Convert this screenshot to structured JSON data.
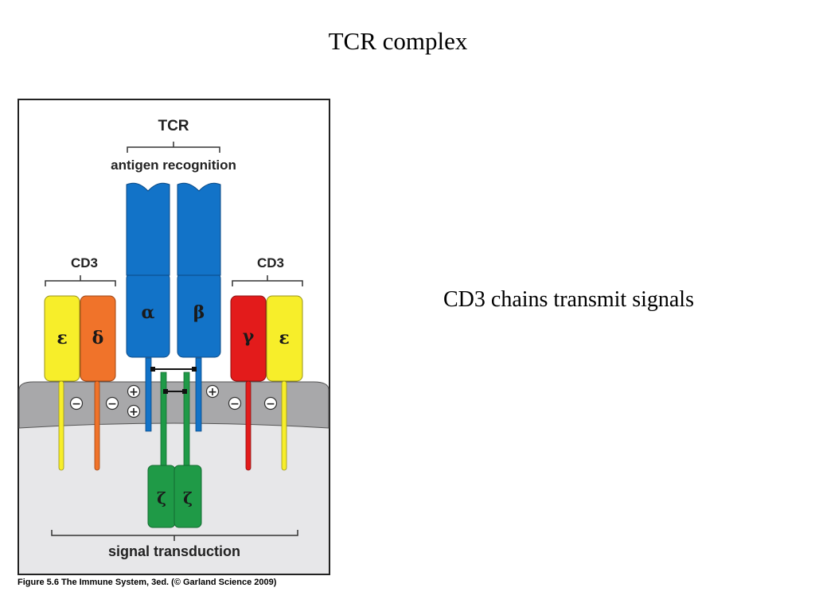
{
  "slide": {
    "title": "TCR complex",
    "caption": "CD3 chains transmit signals"
  },
  "figure": {
    "tcr_label": "TCR",
    "antigen_label": "antigen recognition",
    "cd3_left_label": "CD3",
    "cd3_right_label": "CD3",
    "signal_label": "signal transduction",
    "caption": "Figure 5.6  The Immune System, 3ed. (© Garland Science 2009)",
    "chains": {
      "alpha": "α",
      "beta": "β",
      "epsilon_left": "ε",
      "delta": "δ",
      "gamma": "γ",
      "epsilon_right": "ε",
      "zeta_left": "ζ",
      "zeta_right": "ζ"
    },
    "charges": {
      "minus": "−",
      "plus": "+"
    },
    "colors": {
      "alpha_beta": "#1273c8",
      "epsilon": "#f7ee2a",
      "delta": "#f0732a",
      "gamma": "#e31b1b",
      "zeta": "#1f9a47",
      "membrane": "#a8a8aa",
      "cytoplasm": "#e7e7e9"
    }
  }
}
